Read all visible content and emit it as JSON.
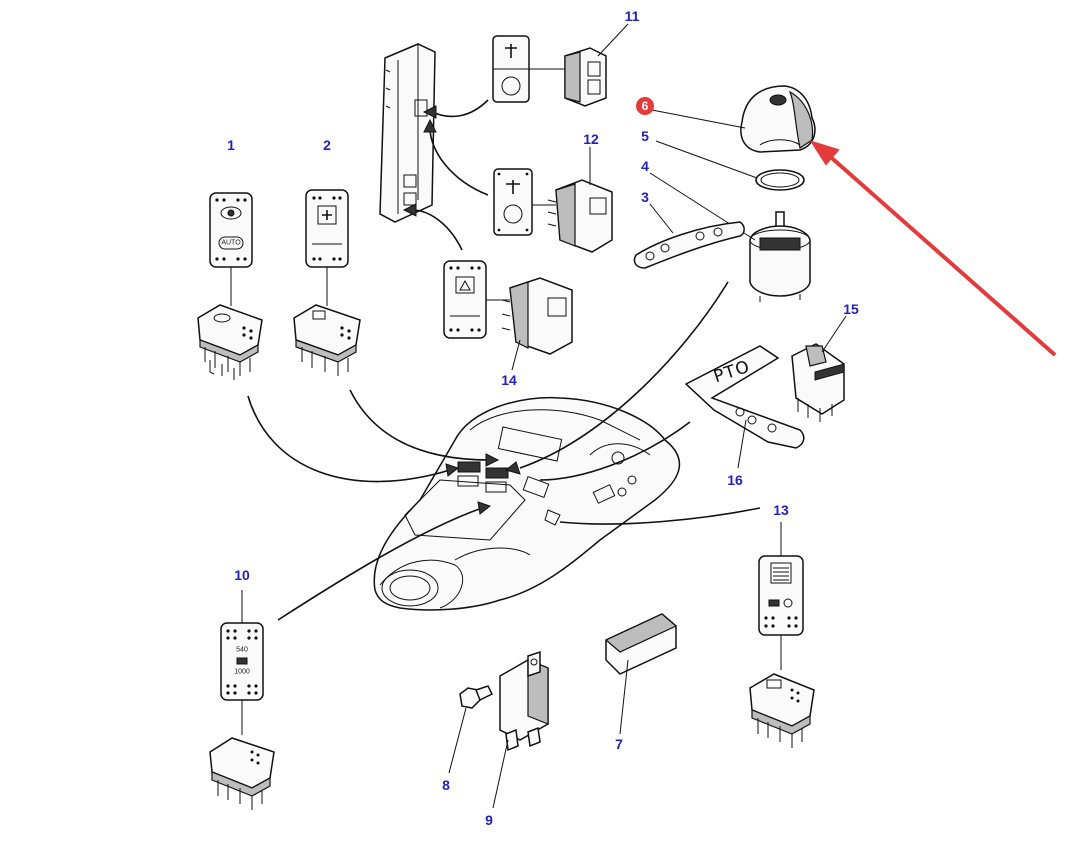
{
  "diagram": {
    "callouts": {
      "n1": "1",
      "n2": "2",
      "n3": "3",
      "n4": "4",
      "n5": "5",
      "n6": "6",
      "n7": "7",
      "n8": "8",
      "n9": "9",
      "n10": "10",
      "n11": "11",
      "n12": "12",
      "n13": "13",
      "n14": "14",
      "n15": "15",
      "n16": "16"
    },
    "highlighted_part": "6",
    "colors": {
      "callout": "#2222bb",
      "highlight": "#e33b3b",
      "line": "#111111"
    },
    "labels": {
      "auto": "AUTO",
      "speed_540": "540",
      "speed_1000": "1000",
      "pto_decal": "PTO"
    }
  }
}
